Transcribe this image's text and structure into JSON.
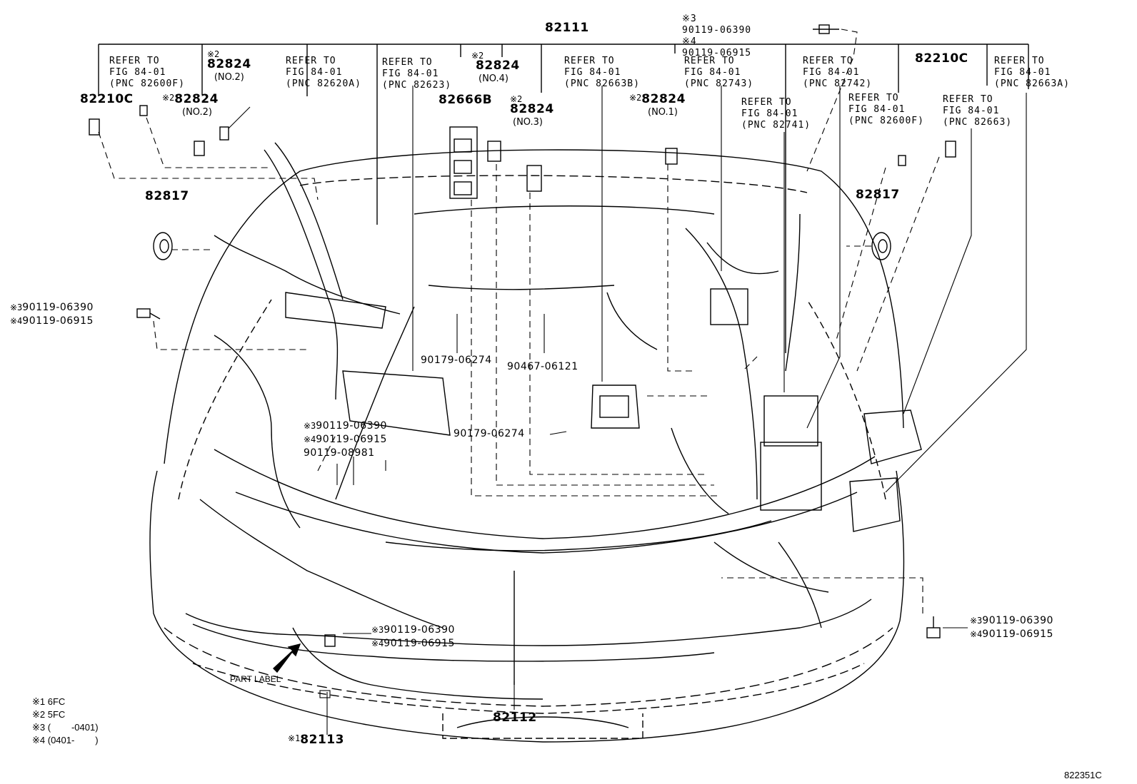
{
  "labels": {
    "top_main": "82111",
    "bottom_main": "82112",
    "bottom_left_part": "82113",
    "part_label": "PART LABEL",
    "figure_id": "822351C",
    "p82210c_left": "82210C",
    "p82210c_right": "82210C",
    "p82817_left": "82817",
    "p82817_right": "82817",
    "p82666b": "82666B",
    "p90179_a": "90179-06274",
    "p90467": "90467-06121",
    "p90179_b": "90179-06274",
    "p90119_08981": "90119-08981",
    "mark1": "※1",
    "mark2": "※2",
    "mark3": "※3",
    "mark4": "※4"
  },
  "connectors": {
    "c82824_no2_a": {
      "num": "82824",
      "sub": "(NO.2)"
    },
    "c82824_no2_b": {
      "num": "82824",
      "sub": "(NO.2)"
    },
    "c82824_no4": {
      "num": "82824",
      "sub": "(NO.4)"
    },
    "c82824_no3": {
      "num": "82824",
      "sub": "(NO.3)"
    },
    "c82824_no1": {
      "num": "82824",
      "sub": "(NO.1)"
    }
  },
  "bolts": {
    "b3": "90119-06390",
    "b4": "90119-06915"
  },
  "refers": [
    {
      "id": "r1",
      "line1": "REFER TO",
      "line2": "FIG 84-01",
      "line3": "(PNC 82600F)"
    },
    {
      "id": "r2",
      "line1": "REFER TO",
      "line2": "FIG 84-01",
      "line3": "(PNC 82620A)"
    },
    {
      "id": "r3",
      "line1": "REFER TO",
      "line2": "FIG 84-01",
      "line3": "(PNC 82623)"
    },
    {
      "id": "r4",
      "line1": "REFER TO",
      "line2": "FIG 84-01",
      "line3": "(PNC 82663B)"
    },
    {
      "id": "r5",
      "line1": "REFER TO",
      "line2": "FIG 84-01",
      "line3": "(PNC 82743)"
    },
    {
      "id": "r6",
      "line1": "REFER TO",
      "line2": "FIG 84-01",
      "line3": "(PNC 82742)"
    },
    {
      "id": "r7",
      "line1": "REFER TO",
      "line2": "FIG 84-01",
      "line3": "(PNC 82741)"
    },
    {
      "id": "r8",
      "line1": "REFER TO",
      "line2": "FIG 84-01",
      "line3": "(PNC 82600F)"
    },
    {
      "id": "r9",
      "line1": "REFER TO",
      "line2": "FIG 84-01",
      "line3": "(PNC 82663)"
    },
    {
      "id": "r10",
      "line1": "REFER TO",
      "line2": "FIG 84-01",
      "line3": "(PNC 82663A)"
    }
  ],
  "legend": [
    {
      "mark": "※1",
      "text": "6FC"
    },
    {
      "mark": "※2",
      "text": "5FC"
    },
    {
      "mark": "※3",
      "text": "(        -0401)"
    },
    {
      "mark": "※4",
      "text": "(0401-        )"
    }
  ]
}
